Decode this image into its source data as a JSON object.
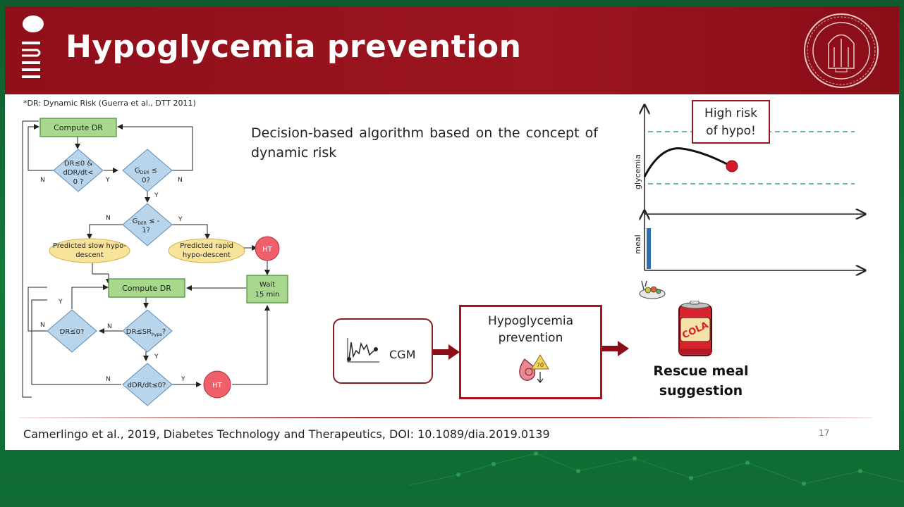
{
  "title": "Hypoglycemia prevention",
  "footnote": "*DR: Dynamic Risk (Guerra et al., DTT 2011)",
  "description": "Decision-based algorithm based on the concept of dynamic risk",
  "citation": "Camerlingo et al., 2019, Diabetes Technology and Therapeutics, DOI: 10.1089/dia.2019.0139",
  "page_number": "17",
  "flowchart": {
    "compute_dr_top": "Compute DR",
    "decision1_line1": "DR≤0 &",
    "decision1_line2": "dDR/dt<",
    "decision1_line3": "0 ?",
    "decision2_line1": "G",
    "decision2_sub": "DER",
    "decision2_rest": " ≤",
    "decision2_line2": "0?",
    "decision3_line1": "G",
    "decision3_sub": "DER",
    "decision3_rest": " ≤ -",
    "decision3_line2": "1?",
    "slow_line1": "Predicted slow hypo-",
    "slow_line2": "descent",
    "rapid_line1": "Predicted rapid",
    "rapid_line2": "hypo-descent",
    "ht": "HT",
    "wait_line1": "Wait",
    "wait_line2": "15 min",
    "compute_dr_bottom": "Compute DR",
    "decision4": "DR≤0?",
    "decision5_main": "DR≤SR",
    "decision5_sub": "hypo",
    "decision5_end": "?",
    "decision6": "dDR/dt≤0?",
    "yes": "Y",
    "no": "N"
  },
  "chart": {
    "risk_line1": "High risk",
    "risk_line2": "of hypo!",
    "ylabel_top": "glycemia",
    "ylabel_bottom": "meal"
  },
  "pipeline": {
    "cgm": "CGM",
    "hypo_line1": "Hypoglycemia",
    "hypo_line2": "prevention",
    "badge": "70",
    "rescue_line1": "Rescue meal",
    "rescue_line2": "suggestion",
    "cola": "COLA"
  },
  "colors": {
    "header": "#9b1520",
    "flow_green": "#a7d88c",
    "flow_diamond": "#b9d5ec",
    "flow_yellow": "#f8e39b",
    "ht_red": "#f0606a",
    "threshold_green": "#2fae5a",
    "meal_blue": "#2d6fb5"
  }
}
